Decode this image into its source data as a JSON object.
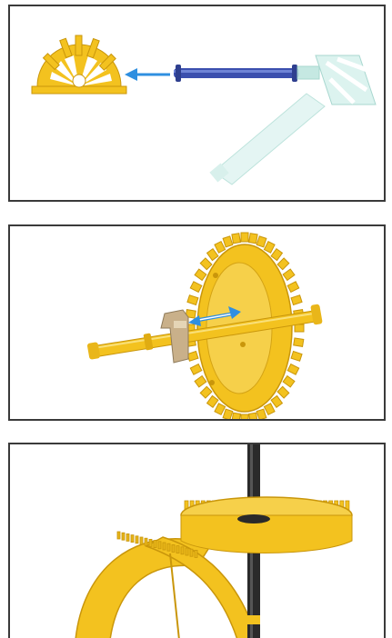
{
  "panels": [
    {
      "id": "step-1",
      "illustration": "rod-into-yellow-connector",
      "arrow_color": "#2f8fe0"
    },
    {
      "id": "step-2",
      "illustration": "clip-onto-axle-with-gear",
      "arrow_color": "#2f8fe0"
    },
    {
      "id": "step-3",
      "illustration": "gears-meshed-on-black-axle"
    }
  ],
  "colors": {
    "yellow": "#f3c21f",
    "yellow_dark": "#c9960b",
    "blue_rod": "#3b4fae",
    "ghost": "#bfe6df",
    "clip": "#c9b08a",
    "black_axle": "#2a2a2a",
    "border": "#3a3a3a"
  }
}
